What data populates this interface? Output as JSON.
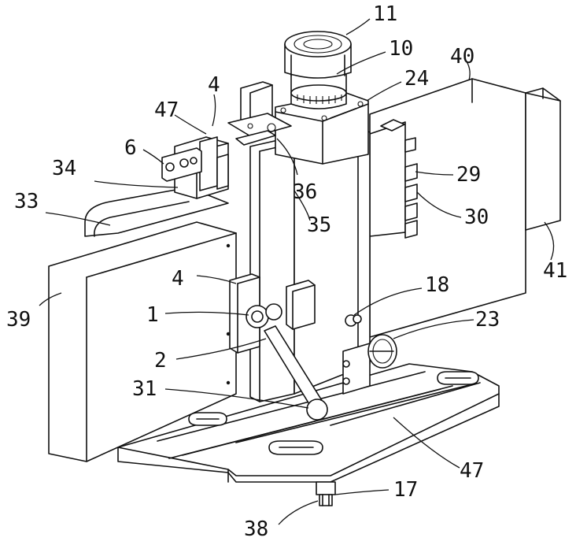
{
  "figure": {
    "callouts": [
      {
        "id": "c11",
        "text": "11"
      },
      {
        "id": "c10",
        "text": "10"
      },
      {
        "id": "c40",
        "text": "40"
      },
      {
        "id": "c24",
        "text": "24"
      },
      {
        "id": "c4a",
        "text": "4"
      },
      {
        "id": "c47a",
        "text": "47"
      },
      {
        "id": "c6",
        "text": "6"
      },
      {
        "id": "c34",
        "text": "34"
      },
      {
        "id": "c29",
        "text": "29"
      },
      {
        "id": "c36",
        "text": "36"
      },
      {
        "id": "c33",
        "text": "33"
      },
      {
        "id": "c35",
        "text": "35"
      },
      {
        "id": "c30",
        "text": "30"
      },
      {
        "id": "c41",
        "text": "41"
      },
      {
        "id": "c4b",
        "text": "4"
      },
      {
        "id": "c39",
        "text": "39"
      },
      {
        "id": "c1",
        "text": "1"
      },
      {
        "id": "c18",
        "text": "18"
      },
      {
        "id": "c23",
        "text": "23"
      },
      {
        "id": "c2",
        "text": "2"
      },
      {
        "id": "c31",
        "text": "31"
      },
      {
        "id": "c47b",
        "text": "47"
      },
      {
        "id": "c17",
        "text": "17"
      },
      {
        "id": "c38",
        "text": "38"
      }
    ]
  }
}
